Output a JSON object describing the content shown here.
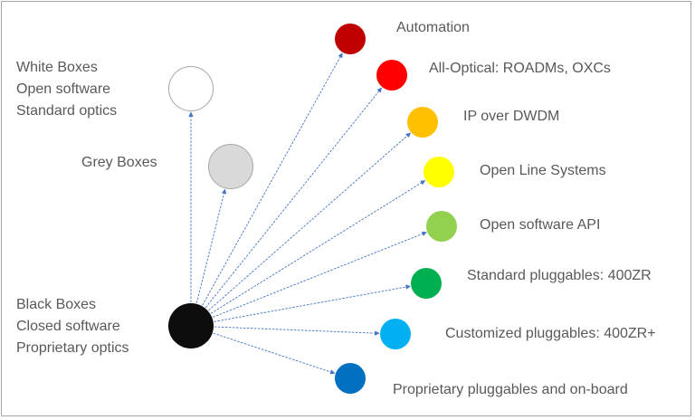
{
  "colors": {
    "border": "#a6a6a6",
    "arrow": "#4472c4",
    "text": "#595959"
  },
  "source": {
    "lines": [
      "Black Boxes",
      "Closed software",
      "Proprietary optics"
    ],
    "color": "#0d0d0d"
  },
  "stages": [
    {
      "lines": [
        "Grey Boxes"
      ],
      "color": "#d9d9d9",
      "border": "#a6a6a6"
    },
    {
      "lines": [
        "White Boxes",
        "Open software",
        "Standard optics"
      ],
      "color": "#ffffff",
      "border": "#a6a6a6"
    }
  ],
  "targets": [
    {
      "label": "Automation",
      "color": "#c00000"
    },
    {
      "label": "All-Optical: ROADMs, OXCs",
      "color": "#ff0000"
    },
    {
      "label": "IP over DWDM",
      "color": "#ffc000"
    },
    {
      "label": "Open Line Systems",
      "color": "#ffff00"
    },
    {
      "label": "Open software API",
      "color": "#92d050"
    },
    {
      "label": "Standard pluggables: 400ZR",
      "color": "#00b050"
    },
    {
      "label": "Customized pluggables: 400ZR+",
      "color": "#00b0f0"
    },
    {
      "label": "Proprietary pluggables and on-board",
      "color": "#0070c0"
    }
  ]
}
